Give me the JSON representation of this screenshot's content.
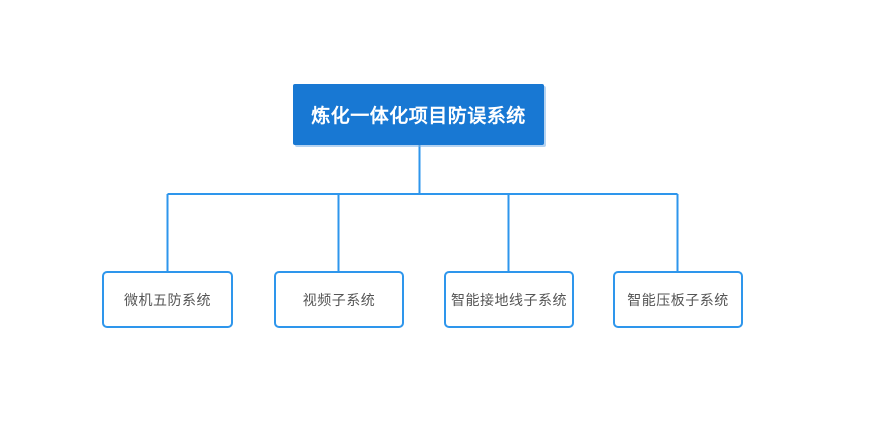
{
  "diagram": {
    "type": "org-tree",
    "root": {
      "label": "炼化一体化项目防误系统"
    },
    "children": [
      {
        "label": "微机五防系统"
      },
      {
        "label": "视频子系统"
      },
      {
        "label": "智能接地线子系统"
      },
      {
        "label": "智能压板子系统"
      }
    ],
    "colors": {
      "root_fill": "#1878d3",
      "root_text": "#ffffff",
      "connector": "#2e96ec",
      "child_border": "#2e96ec",
      "child_text": "#555555",
      "background": "#ffffff"
    }
  }
}
